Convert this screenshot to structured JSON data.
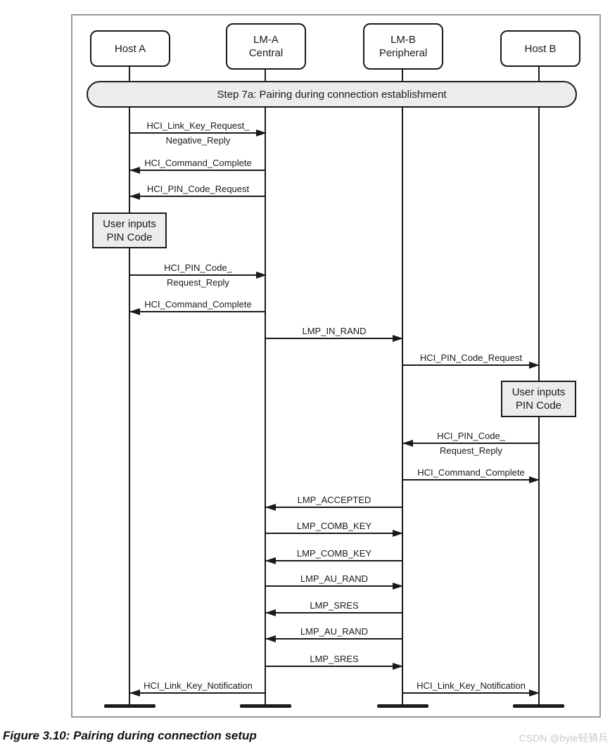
{
  "figure": {
    "caption": "Figure 3.10: Pairing during connection setup",
    "watermark": "CSDN @byte轻骑兵"
  },
  "banner": {
    "text": "Step 7a: Pairing during connection establishment"
  },
  "actors": [
    {
      "id": "host-a",
      "name": "Host A",
      "role": ""
    },
    {
      "id": "lm-a",
      "name": "LM-A",
      "role": "Central"
    },
    {
      "id": "lm-b",
      "name": "LM-B",
      "role": "Peripheral"
    },
    {
      "id": "host-b",
      "name": "Host B",
      "role": ""
    }
  ],
  "notes": [
    {
      "target": "Host A",
      "line1": "User inputs",
      "line2": "PIN Code"
    },
    {
      "target": "Host B",
      "line1": "User inputs",
      "line2": "PIN Code"
    }
  ],
  "messages": [
    {
      "from": "Host A",
      "to": "LM-A",
      "label": "HCI_Link_Key_Request_",
      "label2": "Negative_Reply"
    },
    {
      "from": "LM-A",
      "to": "Host A",
      "label": "HCI_Command_Complete"
    },
    {
      "from": "LM-A",
      "to": "Host A",
      "label": "HCI_PIN_Code_Request"
    },
    {
      "from": "Host A",
      "to": "LM-A",
      "label": "HCI_PIN_Code_",
      "label2": "Request_Reply"
    },
    {
      "from": "LM-A",
      "to": "Host A",
      "label": "HCI_Command_Complete"
    },
    {
      "from": "LM-A",
      "to": "LM-B",
      "label": "LMP_IN_RAND"
    },
    {
      "from": "LM-B",
      "to": "Host B",
      "label": "HCI_PIN_Code_Request"
    },
    {
      "from": "Host B",
      "to": "LM-B",
      "label": "HCI_PIN_Code_",
      "label2": "Request_Reply"
    },
    {
      "from": "LM-B",
      "to": "Host B",
      "label": "HCI_Command_Complete"
    },
    {
      "from": "LM-B",
      "to": "LM-A",
      "label": "LMP_ACCEPTED"
    },
    {
      "from": "LM-A",
      "to": "LM-B",
      "label": "LMP_COMB_KEY"
    },
    {
      "from": "LM-B",
      "to": "LM-A",
      "label": "LMP_COMB_KEY"
    },
    {
      "from": "LM-A",
      "to": "LM-B",
      "label": "LMP_AU_RAND"
    },
    {
      "from": "LM-B",
      "to": "LM-A",
      "label": "LMP_SRES"
    },
    {
      "from": "LM-B",
      "to": "LM-A",
      "label": "LMP_AU_RAND"
    },
    {
      "from": "LM-A",
      "to": "LM-B",
      "label": "LMP_SRES"
    },
    {
      "from": "LM-A",
      "to": "Host A",
      "label": "HCI_Link_Key_Notification"
    },
    {
      "from": "LM-B",
      "to": "Host B",
      "label": "HCI_Link_Key_Notification"
    }
  ],
  "colors": {
    "line": "#1a1a1a",
    "fill_grey": "#ececec",
    "frame": "#9a9a9a",
    "watermark": "#c9c9c9"
  }
}
